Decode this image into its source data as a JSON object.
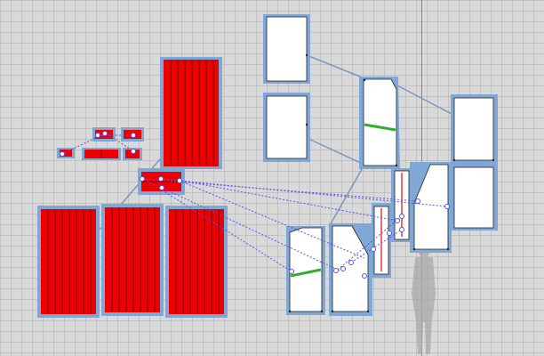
{
  "canvas": {
    "background": "#d9d9d9",
    "grid_color": "#c4c4c4",
    "axis_line_color": "#8a8a8a"
  },
  "colors": {
    "selection_halo": "#7fa8d6",
    "white_panel": "#ffffff",
    "red_panel": "#ee0000",
    "red_stripe": "#7a0000",
    "green_element": "#2fae2f",
    "connector_line": "#6a86b3",
    "constraint_line": "#5555ee",
    "handle_stroke": "#5555ee",
    "figure_silhouette": "#a9a9a9"
  },
  "scene": {
    "object_groups": [
      {
        "kind": "white-panel",
        "count": 11
      },
      {
        "kind": "red-panel",
        "count": 10
      },
      {
        "kind": "figure-silhouette",
        "count": 1
      }
    ]
  }
}
